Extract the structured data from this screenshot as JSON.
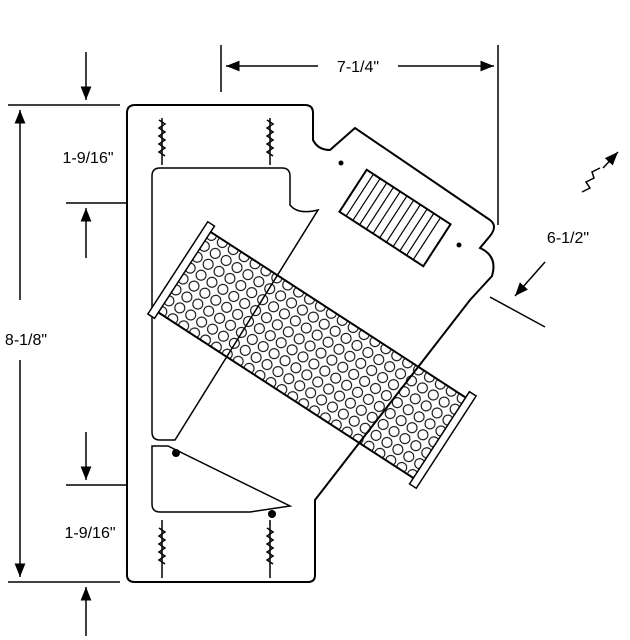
{
  "dimensions": {
    "overall_width": "7-1/4\"",
    "overall_height": "8-1/8\"",
    "top_port_offset": "1-9/16\"",
    "bottom_port_offset": "1-9/16\"",
    "screen_cap_width": "6-1/2\""
  },
  "colors": {
    "line": "#000000",
    "background": "#ffffff"
  }
}
